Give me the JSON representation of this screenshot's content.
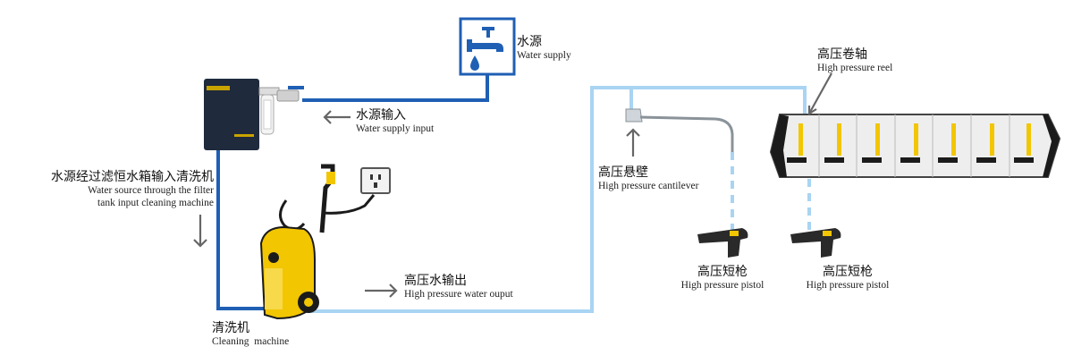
{
  "colors": {
    "dark_pipe": "#1f5fb4",
    "light_pipe": "#a9d4f2",
    "arrow": "#666666",
    "faucet_frame": "#1f5fb4",
    "machine_yellow": "#f2c600",
    "machine_black": "#1b1b1b",
    "tank_body": "#1f2a3c",
    "reel_white": "#eeeeee"
  },
  "icons": {
    "faucet": "faucet-icon",
    "socket": "power-socket-icon",
    "reel": "reel-icon",
    "pistol": "spray-gun-icon",
    "arrow": "arrow-icon"
  },
  "labels": {
    "water_supply": {
      "cn": "水源",
      "en": "Water supply"
    },
    "water_supply_input": {
      "cn": "水源输入",
      "en": "Water supply input"
    },
    "filter_input": {
      "cn": "水源经过滤恒水箱输入清洗机",
      "en_line1": "Water source through the filter",
      "en_line2": "tank input cleaning machine"
    },
    "cleaning_machine": {
      "cn": "清洗机",
      "en": "Cleaning  machine"
    },
    "water_output": {
      "cn": "高压水输出",
      "en": "High pressure water ouput"
    },
    "cantilever": {
      "cn": "高压悬壁",
      "en": "High pressure cantilever"
    },
    "reel": {
      "cn": "高压卷轴",
      "en": "High pressure reel"
    },
    "pistol_1": {
      "cn": "高压短枪",
      "en": "High pressure pistol"
    },
    "pistol_2": {
      "cn": "高压短枪",
      "en": "High pressure pistol"
    }
  }
}
